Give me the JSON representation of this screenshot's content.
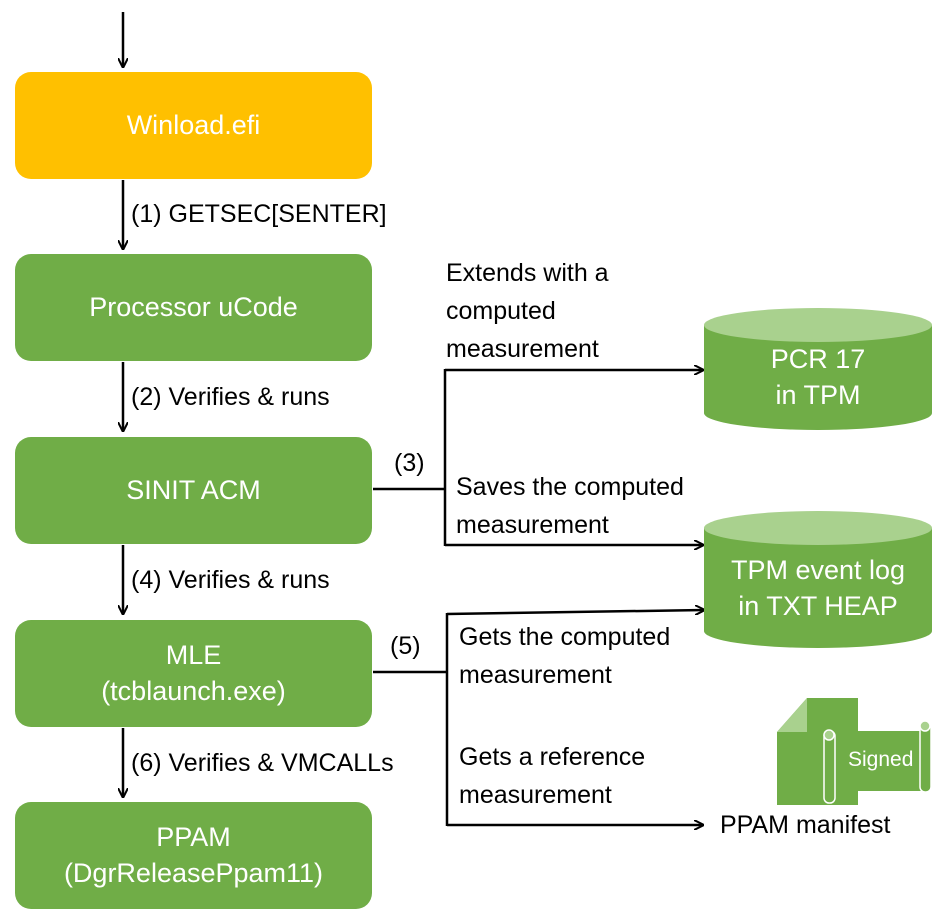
{
  "nodes": {
    "winload": "Winload.efi",
    "ucode": "Processor uCode",
    "sinit": "SINIT ACM",
    "mle_line1": "MLE",
    "mle_line2": "(tcblaunch.exe)",
    "ppam_line1": "PPAM",
    "ppam_line2": "(DgrReleasePpam11)"
  },
  "edges": {
    "e1": "(1) GETSEC[SENTER]",
    "e2": "(2) Verifies & runs",
    "e3": "(3)",
    "e4": "(4) Verifies & runs",
    "e5": "(5)",
    "e6": "(6) Verifies & VMCALLs"
  },
  "branch_labels": {
    "extends_l1": "Extends with a",
    "extends_l2": "computed",
    "extends_l3": "measurement",
    "saves_l1": "Saves the computed",
    "saves_l2": "measurement",
    "gets_l1": "Gets the computed",
    "gets_l2": "measurement",
    "getsref_l1": "Gets a reference",
    "getsref_l2": "measurement"
  },
  "stores": {
    "pcr_l1": "PCR 17",
    "pcr_l2": "in TPM",
    "log_l1": "TPM event log",
    "log_l2": "in TXT HEAP",
    "manifest": "PPAM manifest",
    "signed": "Signed"
  },
  "colors": {
    "green": "#70ad47",
    "green_light": "#a9d18e",
    "orange": "#ffc000"
  }
}
